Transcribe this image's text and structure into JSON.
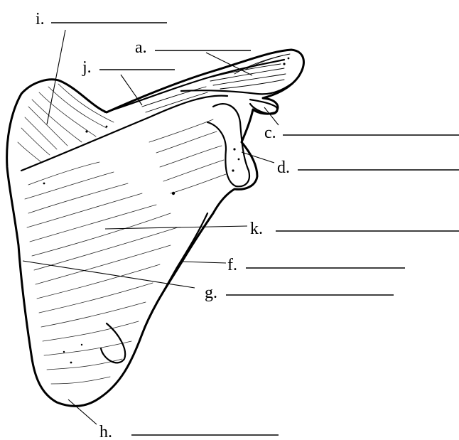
{
  "diagram": {
    "labels": [
      {
        "id": "a",
        "text": "a."
      },
      {
        "id": "c",
        "text": "c."
      },
      {
        "id": "d",
        "text": "d."
      },
      {
        "id": "f",
        "text": "f."
      },
      {
        "id": "g",
        "text": "g."
      },
      {
        "id": "h",
        "text": "h."
      },
      {
        "id": "i",
        "text": "i."
      },
      {
        "id": "j",
        "text": "j."
      },
      {
        "id": "k",
        "text": "k."
      }
    ]
  }
}
